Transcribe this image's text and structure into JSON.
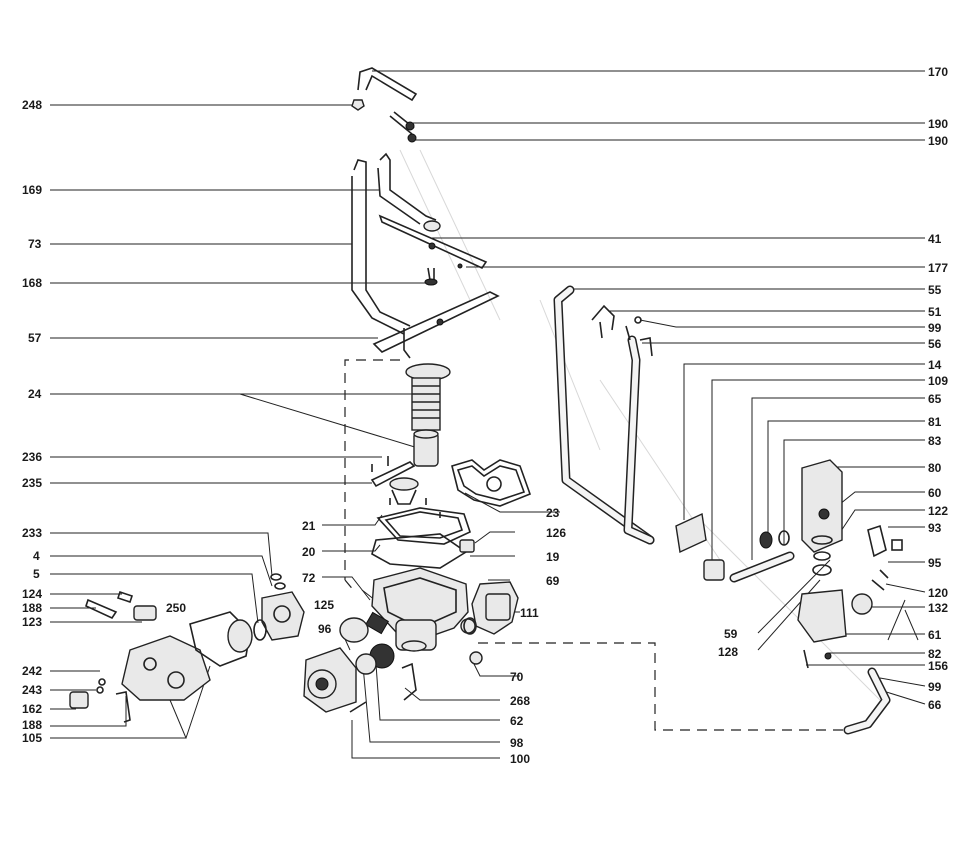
{
  "labels_left": [
    {
      "id": "248",
      "text": "248"
    },
    {
      "id": "169",
      "text": "169"
    },
    {
      "id": "73",
      "text": "73"
    },
    {
      "id": "168",
      "text": "168"
    },
    {
      "id": "57",
      "text": "57"
    },
    {
      "id": "24",
      "text": "24"
    },
    {
      "id": "236",
      "text": "236"
    },
    {
      "id": "235",
      "text": "235"
    },
    {
      "id": "233",
      "text": "233"
    },
    {
      "id": "4",
      "text": "4"
    },
    {
      "id": "5",
      "text": "5"
    },
    {
      "id": "124",
      "text": "124"
    },
    {
      "id": "188a",
      "text": "188"
    },
    {
      "id": "123",
      "text": "123"
    },
    {
      "id": "242",
      "text": "242"
    },
    {
      "id": "243",
      "text": "243"
    },
    {
      "id": "162",
      "text": "162"
    },
    {
      "id": "188b",
      "text": "188"
    },
    {
      "id": "105",
      "text": "105"
    }
  ],
  "labels_right": [
    {
      "id": "170",
      "text": "170"
    },
    {
      "id": "190a",
      "text": "190"
    },
    {
      "id": "190b",
      "text": "190"
    },
    {
      "id": "41",
      "text": "41"
    },
    {
      "id": "177",
      "text": "177"
    },
    {
      "id": "55",
      "text": "55"
    },
    {
      "id": "51",
      "text": "51"
    },
    {
      "id": "99a",
      "text": "99"
    },
    {
      "id": "56",
      "text": "56"
    },
    {
      "id": "14",
      "text": "14"
    },
    {
      "id": "109",
      "text": "109"
    },
    {
      "id": "65",
      "text": "65"
    },
    {
      "id": "81",
      "text": "81"
    },
    {
      "id": "83",
      "text": "83"
    },
    {
      "id": "80",
      "text": "80"
    },
    {
      "id": "60",
      "text": "60"
    },
    {
      "id": "122",
      "text": "122"
    },
    {
      "id": "93",
      "text": "93"
    },
    {
      "id": "95",
      "text": "95"
    },
    {
      "id": "120",
      "text": "120"
    },
    {
      "id": "132",
      "text": "132"
    },
    {
      "id": "61",
      "text": "61"
    },
    {
      "id": "82",
      "text": "82"
    },
    {
      "id": "156",
      "text": "156"
    },
    {
      "id": "99b",
      "text": "99"
    },
    {
      "id": "66",
      "text": "66"
    }
  ],
  "labels_center": [
    {
      "id": "23",
      "text": "23"
    },
    {
      "id": "21",
      "text": "21"
    },
    {
      "id": "126",
      "text": "126"
    },
    {
      "id": "20",
      "text": "20"
    },
    {
      "id": "19",
      "text": "19"
    },
    {
      "id": "72",
      "text": "72"
    },
    {
      "id": "69",
      "text": "69"
    },
    {
      "id": "125",
      "text": "125"
    },
    {
      "id": "250",
      "text": "250"
    },
    {
      "id": "111",
      "text": "111"
    },
    {
      "id": "96",
      "text": "96"
    },
    {
      "id": "70",
      "text": "70"
    },
    {
      "id": "268",
      "text": "268"
    },
    {
      "id": "62",
      "text": "62"
    },
    {
      "id": "98",
      "text": "98"
    },
    {
      "id": "100",
      "text": "100"
    },
    {
      "id": "59",
      "text": "59"
    },
    {
      "id": "128",
      "text": "128"
    }
  ]
}
